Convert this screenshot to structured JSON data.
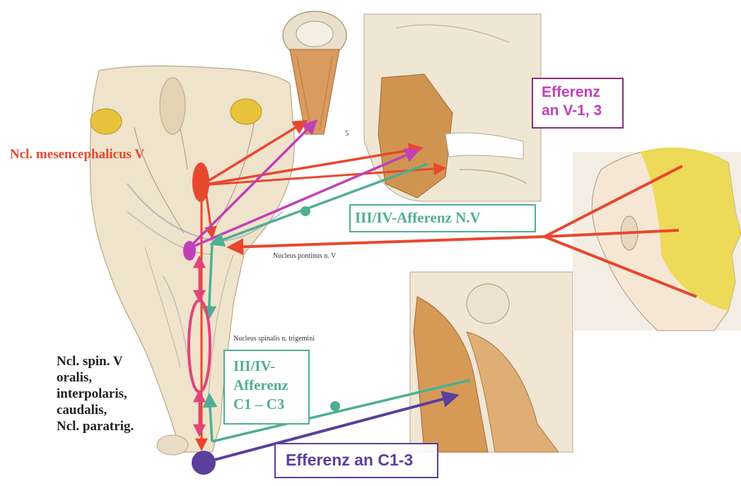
{
  "labels": {
    "mesencephalicus": "Ncl. mesencephalicus V",
    "pontinus": "Nucleus pontinus n. V",
    "spinalis": "Nucleus spinalis n. trigemini",
    "spin_v": [
      "Ncl. spin. V",
      "oralis,",
      "interpolaris,",
      "caudalis,",
      "Ncl. paratrig."
    ],
    "fig_number": "5"
  },
  "boxes": {
    "efferenz_v": [
      "Efferenz",
      "an V-1, 3"
    ],
    "afferenz_nv": "III/IV-Afferenz N.V",
    "afferenz_c": [
      "III/IV-",
      "Afferenz",
      "C1 – C3"
    ],
    "efferenz_c": "Efferenz an C1-3"
  },
  "colors": {
    "red": "#e8472e",
    "magenta": "#c040b8",
    "teal": "#4fae94",
    "purple": "#5a3f9c",
    "pink": "#e0457a",
    "face_yellow": "#ecd84a",
    "tissue": "#e9d7b7",
    "muscle": "#cf9550"
  }
}
